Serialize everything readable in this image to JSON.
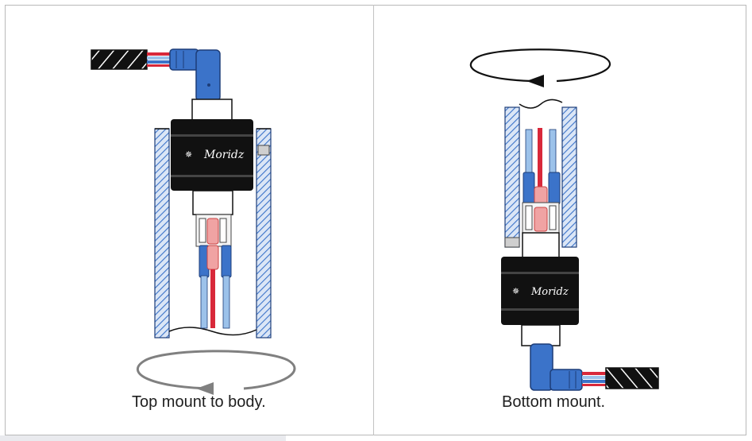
{
  "panels": [
    {
      "caption": "Top mount to body.",
      "logo_text": "Moridz"
    },
    {
      "caption": "Bottom mount.",
      "logo_text": "Moridz"
    }
  ],
  "colors": {
    "body_blue": "#3b73c9",
    "hatch_blue": "#7fa4d8",
    "wire_light_blue": "#9cc2ea",
    "wire_red": "#d8283a",
    "connector_pink": "#f0a3a3",
    "ring_black": "#111111",
    "arrow_gray": "#808080"
  }
}
